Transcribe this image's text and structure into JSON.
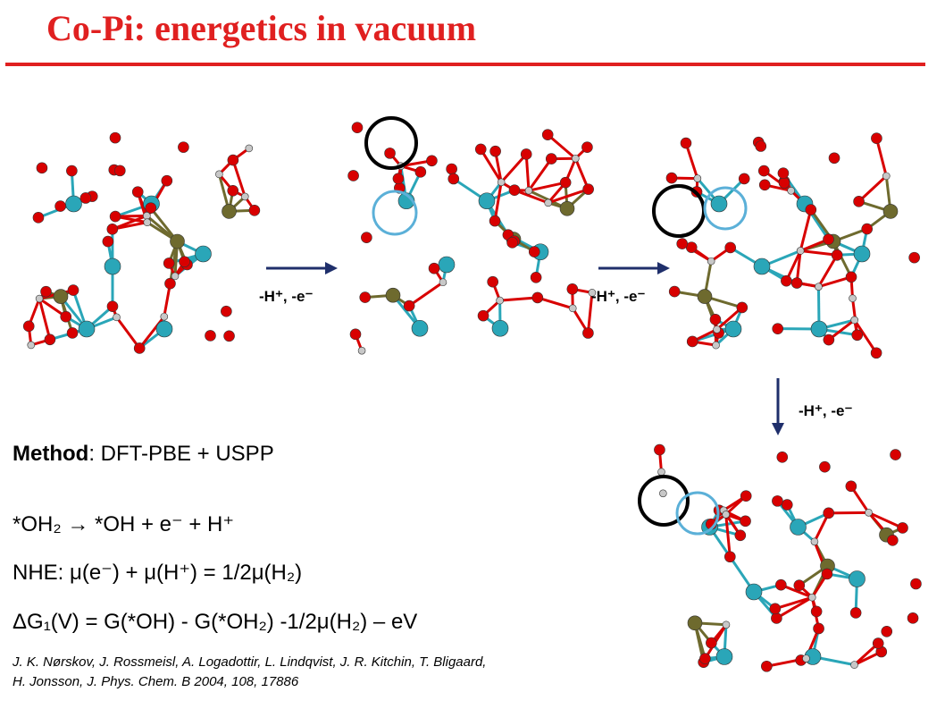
{
  "slide": {
    "title": "Co-Pi: energetics in vacuum"
  },
  "steps": {
    "label": "-H⁺, -e⁻"
  },
  "method": {
    "label": "Method",
    "value": ": DFT-PBE + USPP"
  },
  "equations": {
    "reaction": "*OH₂ → *OH + e⁻ + H⁺",
    "nhe": "NHE:  μ(e⁻) + μ(H⁺) = 1/2μ(H₂)",
    "free_energy": "ΔG₁(V) = G(*OH) - G(*OH₂) -1/2μ(H₂) – eV"
  },
  "reference": {
    "line1": "J. K. Nørskov, J. Rossmeisl, A. Logadottir, L. Lindqvist, J. R. Kitchin, T. Bligaard,",
    "line2": "H. Jonsson, J. Phys. Chem. B 2004, 108, 17886"
  },
  "colors": {
    "title": "#e02020",
    "oxygen": "#d80000",
    "cobalt": "#2aa6b8",
    "phosphorus": "#6e6a2e",
    "hydrogen": "#c8c8c8",
    "arrow": "#1f2f6b",
    "highlight": "#5bb0d8"
  }
}
